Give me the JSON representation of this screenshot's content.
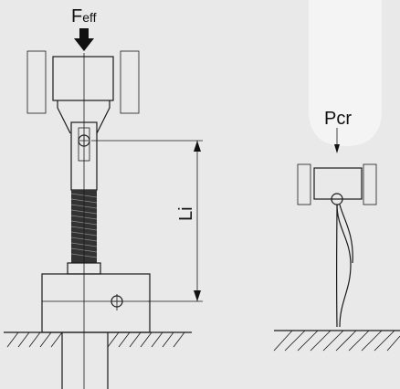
{
  "diagram": {
    "labels": {
      "force_main": "F",
      "force_sub": "eff",
      "length": "Li",
      "critical_load": "Pcr"
    },
    "colors": {
      "background": "#e9e9e9",
      "watermark": "#f4f4f4",
      "line": "#1a1a1a",
      "spring": "#333333"
    }
  }
}
